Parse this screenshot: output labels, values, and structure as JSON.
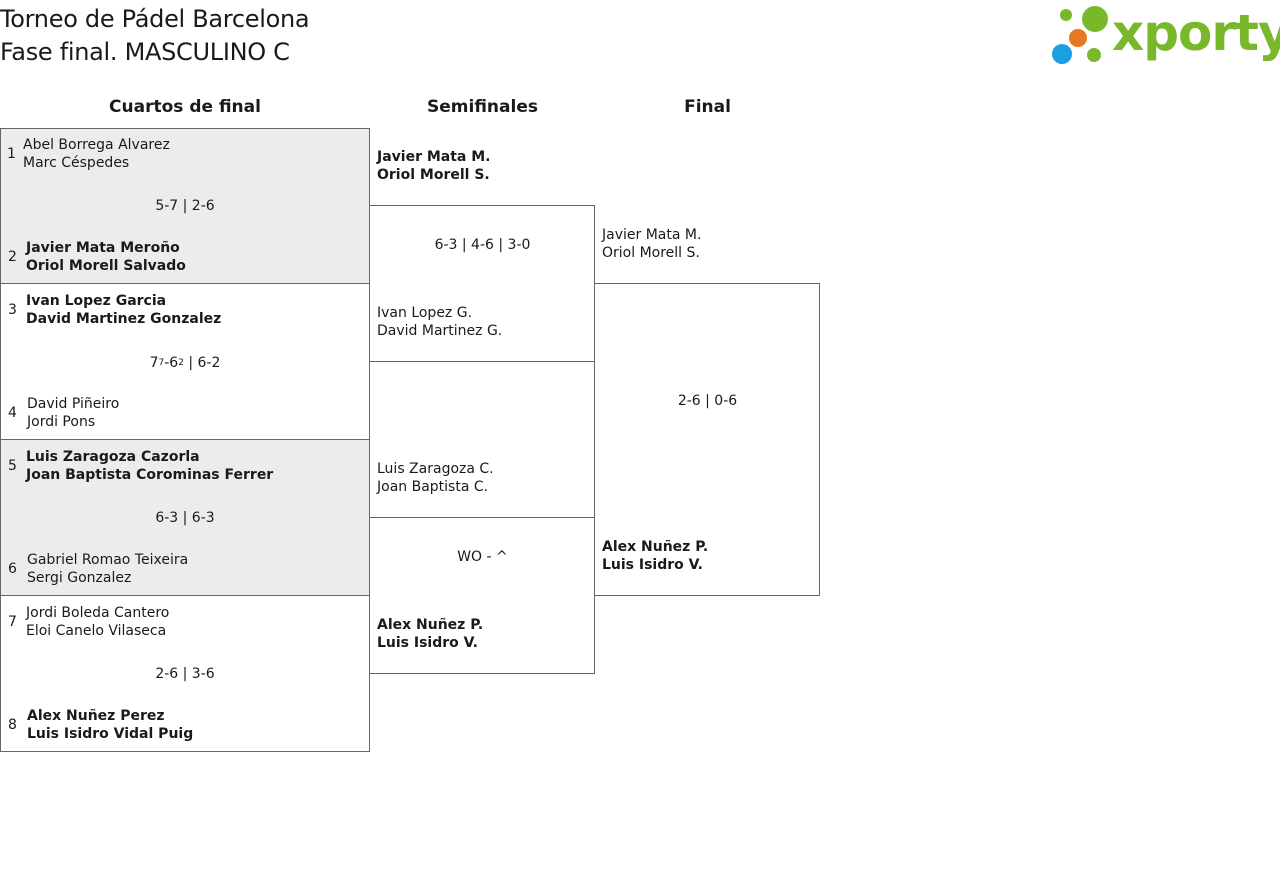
{
  "header": {
    "title_line1": "Torneo de Pádel Barcelona",
    "title_line2": "Fase final. MASCULINO C",
    "logo_text": "xporty",
    "logo_colors": [
      "#7ab82b",
      "#e87722",
      "#1aa0e0"
    ]
  },
  "rounds": {
    "quarterfinals": "Cuartos de final",
    "semifinals": "Semifinales",
    "final": "Final"
  },
  "quarterfinals": [
    {
      "score": "5-7 | 2-6",
      "top": {
        "seed": "1",
        "p1": "Abel Borrega Alvarez",
        "p2": "Marc Céspedes",
        "winner": false
      },
      "bottom": {
        "seed": "2",
        "p1": "Javier Mata Meroño",
        "p2": "Oriol Morell Salvado",
        "winner": true
      }
    },
    {
      "score_parts": {
        "a": "7",
        "a_tb": "7",
        "b": "-6",
        "b_tb": "2",
        "rest": " | 6-2"
      },
      "top": {
        "seed": "3",
        "p1": "Ivan Lopez Garcia",
        "p2": "David Martinez Gonzalez",
        "winner": true
      },
      "bottom": {
        "seed": "4",
        "p1": "David Piñeiro",
        "p2": "Jordi Pons",
        "winner": false
      }
    },
    {
      "score": "6-3 | 6-3",
      "top": {
        "seed": "5",
        "p1": "Luis Zaragoza Cazorla",
        "p2": "Joan Baptista Corominas Ferrer",
        "winner": true
      },
      "bottom": {
        "seed": "6",
        "p1": "Gabriel Romao Teixeira",
        "p2": "Sergi Gonzalez",
        "winner": false
      }
    },
    {
      "score": "2-6 | 3-6",
      "top": {
        "seed": "7",
        "p1": "Jordi Boleda Cantero",
        "p2": "Eloi Canelo Vilaseca",
        "winner": false
      },
      "bottom": {
        "seed": "8",
        "p1": "Alex Nuñez Perez",
        "p2": "Luis Isidro Vidal Puig",
        "winner": true
      }
    }
  ],
  "semifinals": [
    {
      "score": "6-3 | 4-6 | 3-0",
      "top": {
        "p1": "Javier Mata M.",
        "p2": "Oriol Morell S.",
        "winner": true
      },
      "bottom": {
        "p1": "Ivan Lopez G.",
        "p2": "David Martinez G.",
        "winner": false
      }
    },
    {
      "score": "WO - ^",
      "top": {
        "p1": "Luis Zaragoza C.",
        "p2": "Joan Baptista C.",
        "winner": false
      },
      "bottom": {
        "p1": "Alex Nuñez P.",
        "p2": "Luis Isidro V.",
        "winner": true
      }
    }
  ],
  "final": {
    "score": "2-6 | 0-6",
    "top": {
      "p1": "Javier Mata M.",
      "p2": "Oriol Morell S.",
      "winner": false
    },
    "bottom": {
      "p1": "Alex Nuñez P.",
      "p2": "Luis Isidro V.",
      "winner": true
    }
  }
}
